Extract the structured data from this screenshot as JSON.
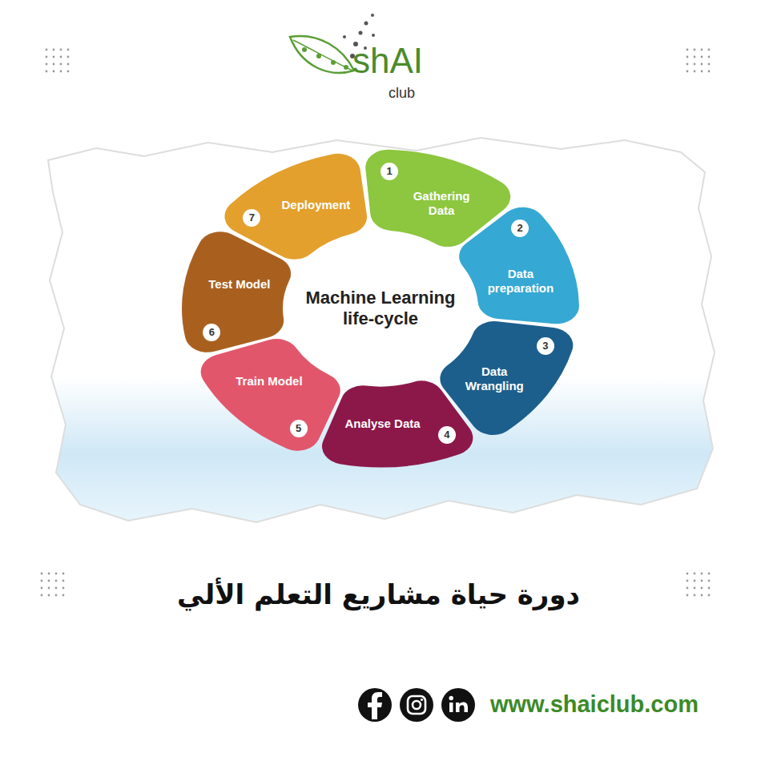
{
  "diagram": {
    "title": "دورة حياة مشاريع التعلم الألي",
    "nodes": [
      {
        "text": [
          "1",
          "Gathering Data"
        ]
      },
      {
        "text": [
          "2",
          "Data preparation"
        ]
      },
      {
        "text": [
          "3",
          "Data Wrangling"
        ]
      },
      {
        "text": [
          "4",
          "Analyse Data"
        ]
      },
      {
        "text": [
          "5",
          "Train Model"
        ]
      },
      {
        "text": [
          "6",
          "Test Model"
        ]
      },
      {
        "text": [
          "7",
          "Deployment"
        ]
      }
    ],
    "labels": [
      "shAI",
      "club",
      "Machine Learning life-cycle",
      "www.shaiclub.com"
    ]
  }
}
